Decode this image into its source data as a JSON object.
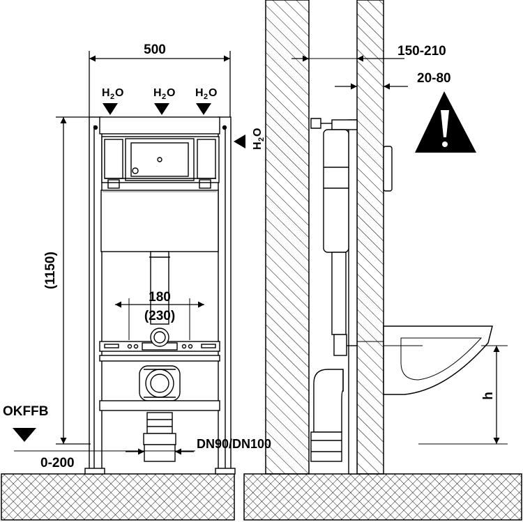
{
  "dimensions": {
    "frame_width": "500",
    "frame_height": "(1150)",
    "pipe_spacing": "180",
    "pipe_spacing_alt": "(230)",
    "drain_size": "DN90/DN100",
    "floor_offset": "0-200",
    "wall_distance": "150-210",
    "panel_distance": "20-80",
    "bowl_height": "h"
  },
  "labels": {
    "floor_level": "OKFFB",
    "water_main": "H",
    "water_sub": "2",
    "water_end": "O"
  },
  "icons": {
    "warning": "warning-triangle-icon",
    "water_marker": "arrow-down-icon"
  }
}
